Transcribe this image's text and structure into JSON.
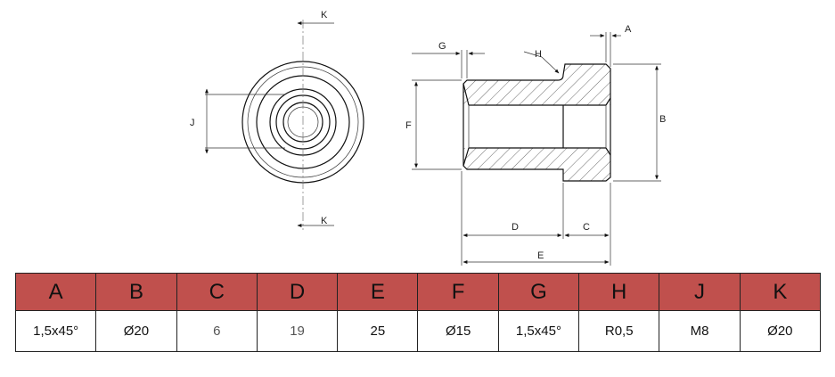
{
  "drawing": {
    "dim_labels": {
      "K_top": "K",
      "K_bottom": "K",
      "J": "J",
      "G": "G",
      "H": "H",
      "A": "A",
      "F": "F",
      "B": "B",
      "D": "D",
      "C": "C",
      "E": "E"
    }
  },
  "table": {
    "headers": [
      "A",
      "B",
      "C",
      "D",
      "E",
      "F",
      "G",
      "H",
      "J",
      "K"
    ],
    "values": [
      "1,5x45°",
      "Ø20",
      "6",
      "19",
      "25",
      "Ø15",
      "1,5x45°",
      "R0,5",
      "M8",
      "Ø20"
    ]
  },
  "colors": {
    "header_fill": "#c0504d",
    "line": "#111111"
  }
}
